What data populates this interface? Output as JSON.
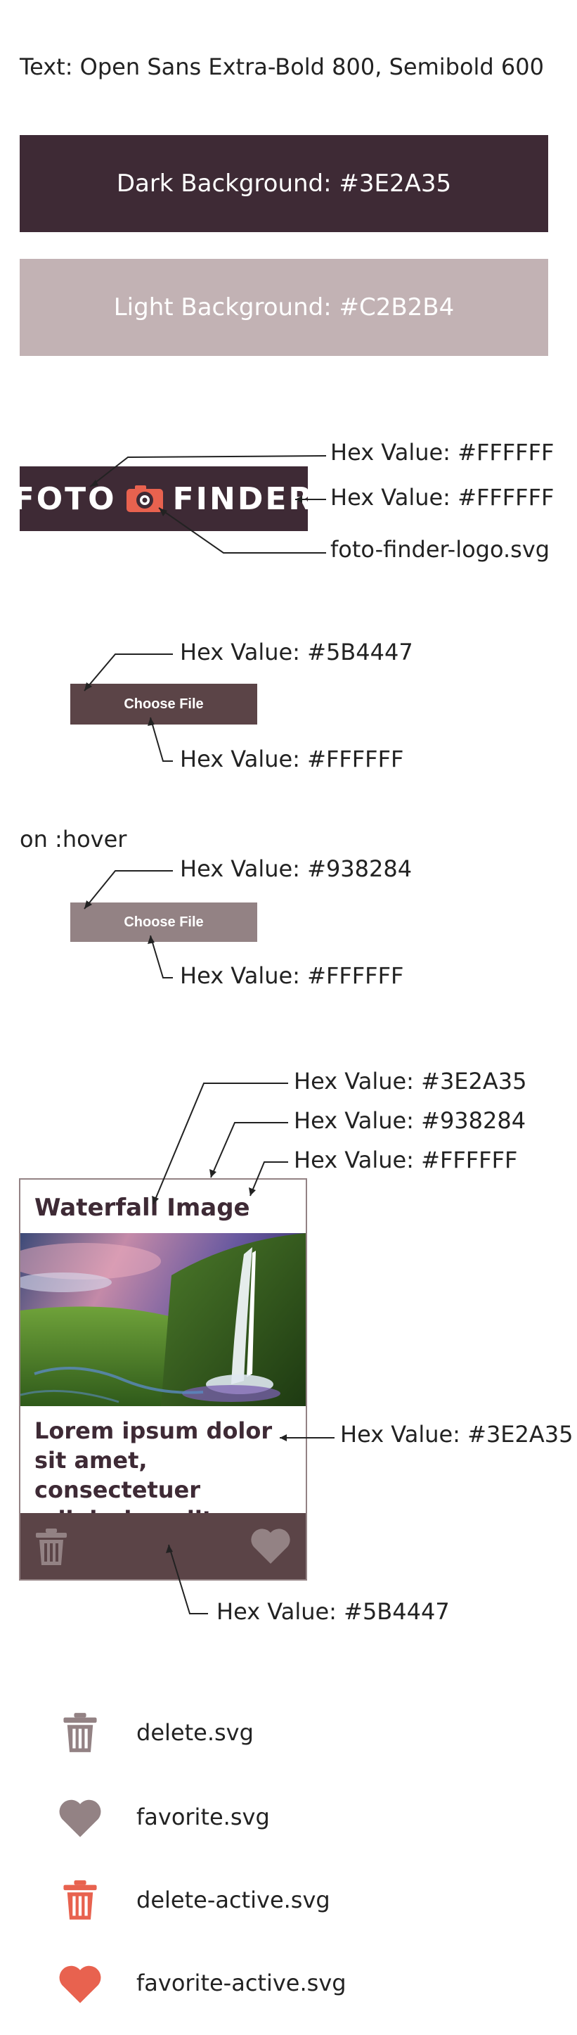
{
  "header": {
    "font_spec": "Text: Open Sans Extra-Bold 800, Semibold 600"
  },
  "swatches": {
    "dark": {
      "label": "Dark Background: #3E2A35",
      "color": "#3E2A35"
    },
    "light": {
      "label": "Light Background: #C2B2B4",
      "color": "#C2B2B4"
    }
  },
  "logo": {
    "word_left": "FOTO",
    "word_right": "FINDER",
    "notes": [
      "Hex Value: #FFFFFF",
      "Hex Value: #FFFFFF",
      "foto-finder-logo.svg"
    ],
    "accent": "#E8624F"
  },
  "button_default": {
    "label": "Choose File",
    "bg_note": "Hex Value: #5B4447",
    "text_note": "Hex Value: #FFFFFF",
    "color": "#5B4447"
  },
  "hover": {
    "heading": "on :hover",
    "label": "Choose File",
    "bg_note": "Hex Value: #938284",
    "text_note": "Hex Value: #FFFFFF",
    "color": "#938284"
  },
  "card": {
    "title": "Waterfall Image",
    "text": "Lorem ipsum dolor sit amet, consectetuer adipiscing elit.",
    "notes": {
      "title_color": "Hex Value: #3E2A35",
      "border_color": "Hex Value: #938284",
      "bg_color": "Hex Value: #FFFFFF",
      "text_color": "Hex Value: #3E2A35",
      "footer_color": "Hex Value: #5B4447"
    },
    "footer_color": "#5B4447"
  },
  "icons": [
    {
      "name": "delete.svg",
      "icon": "trash-icon",
      "color": "#938284"
    },
    {
      "name": "favorite.svg",
      "icon": "heart-icon",
      "color": "#938284"
    },
    {
      "name": "delete-active.svg",
      "icon": "trash-icon",
      "color": "#E8624F"
    },
    {
      "name": "favorite-active.svg",
      "icon": "heart-icon",
      "color": "#E8624F"
    }
  ]
}
